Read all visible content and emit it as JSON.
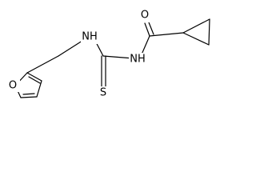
{
  "molecule": {
    "atoms": {
      "furan_oxygen": "O",
      "amine_left": "NH",
      "amine_right": "NH",
      "carbonyl_oxygen": "O",
      "thione_sulfur": "S"
    }
  }
}
